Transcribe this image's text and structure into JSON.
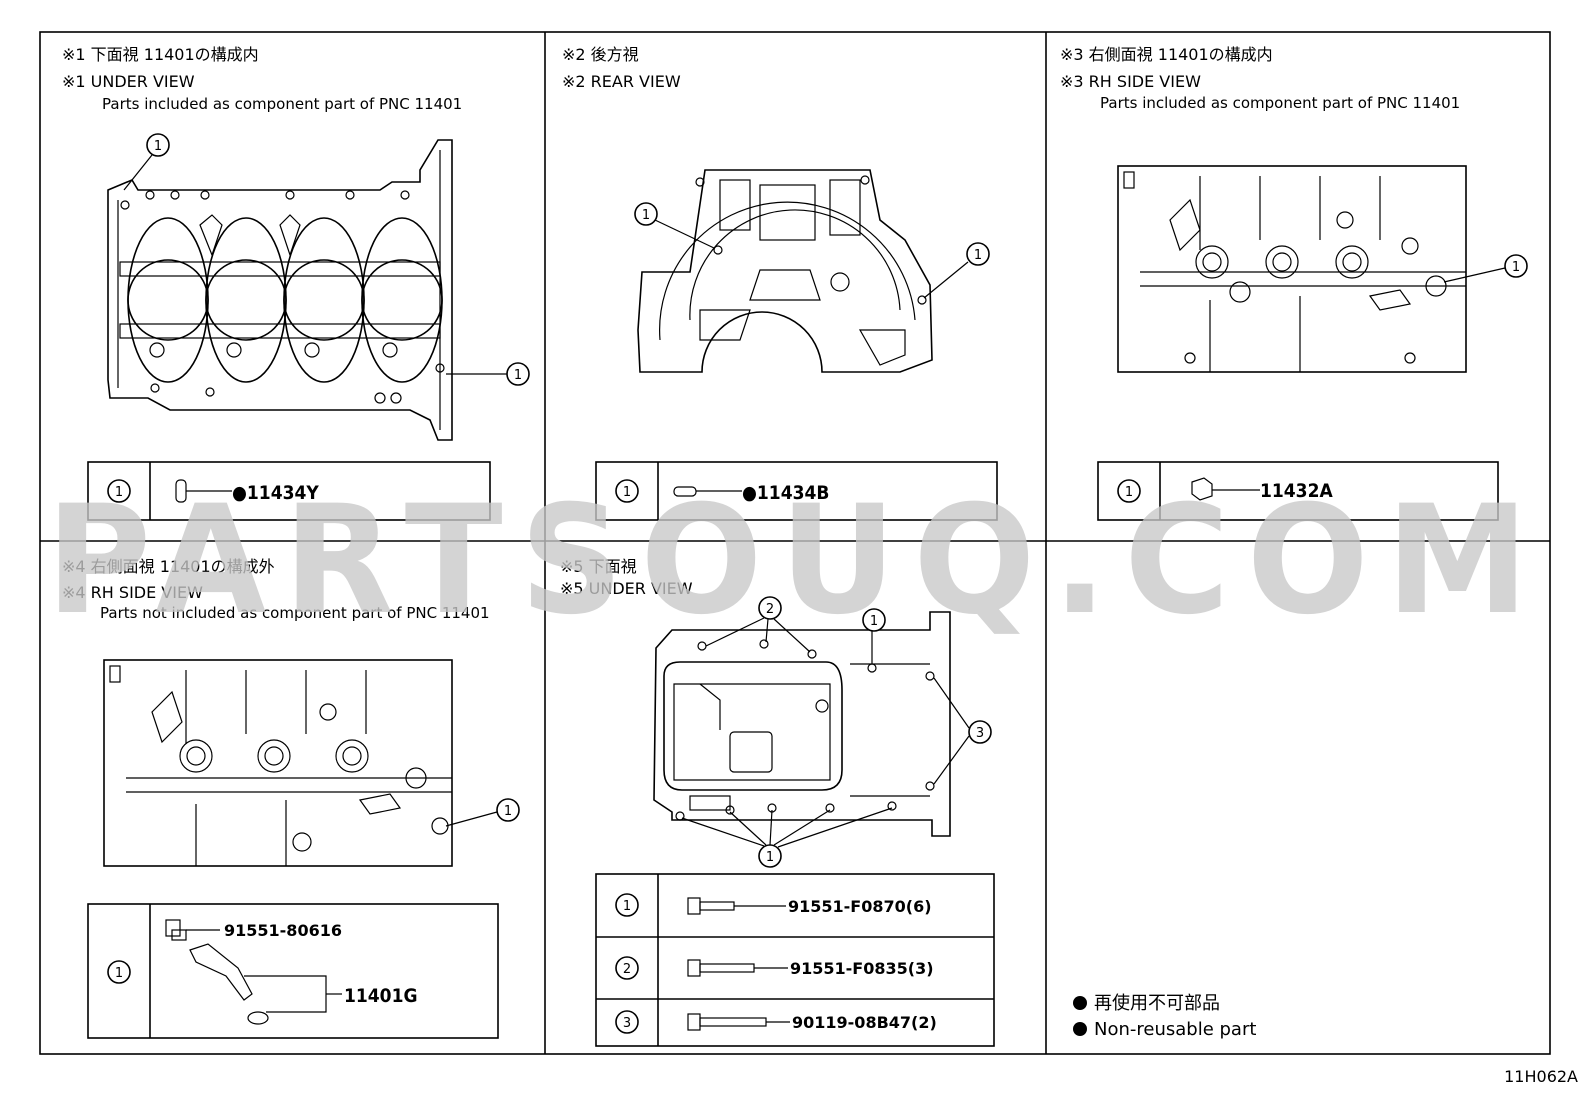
{
  "panels": [
    {
      "jp": "※1 下面視 11401の構成内",
      "en": "※1 UNDER VIEW",
      "sub": "Parts included as component part of PNC 11401",
      "callout": "1",
      "table_rows": [
        {
          "ref": "1",
          "part": "●11434Y"
        }
      ]
    },
    {
      "jp": "※2 後方視",
      "en": "※2 REAR VIEW",
      "callout": "1",
      "table_rows": [
        {
          "ref": "1",
          "part": "●11434B"
        }
      ]
    },
    {
      "jp": "※3 右側面視 11401の構成内",
      "en": "※3 RH SIDE VIEW",
      "sub": "Parts included as component part of PNC 11401",
      "callout": "1",
      "table_rows": [
        {
          "ref": "1",
          "part": "11432A"
        }
      ]
    },
    {
      "jp": "※4 右側面視 11401の構成外",
      "en": "※4 RH SIDE VIEW",
      "sub": "Parts not included as component part of PNC 11401",
      "callout": "1",
      "table_rows": [
        {
          "ref": "1",
          "part_a": "91551-80616",
          "part_b": "11401G"
        }
      ]
    },
    {
      "jp": "※5 下面視",
      "en": "※5 UNDER VIEW",
      "callouts": [
        "2",
        "1",
        "3",
        "1"
      ],
      "table_rows": [
        {
          "ref": "1",
          "part": "91551-F0870(6)"
        },
        {
          "ref": "2",
          "part": "91551-F0835(3)"
        },
        {
          "ref": "3",
          "part": "90119-08B47(2)"
        }
      ]
    }
  ],
  "legend": {
    "jp": "再使用不可部品",
    "en": "Non-reusable part"
  },
  "watermark": "PARTSOUQ.COM",
  "figure_code": "11H062A"
}
